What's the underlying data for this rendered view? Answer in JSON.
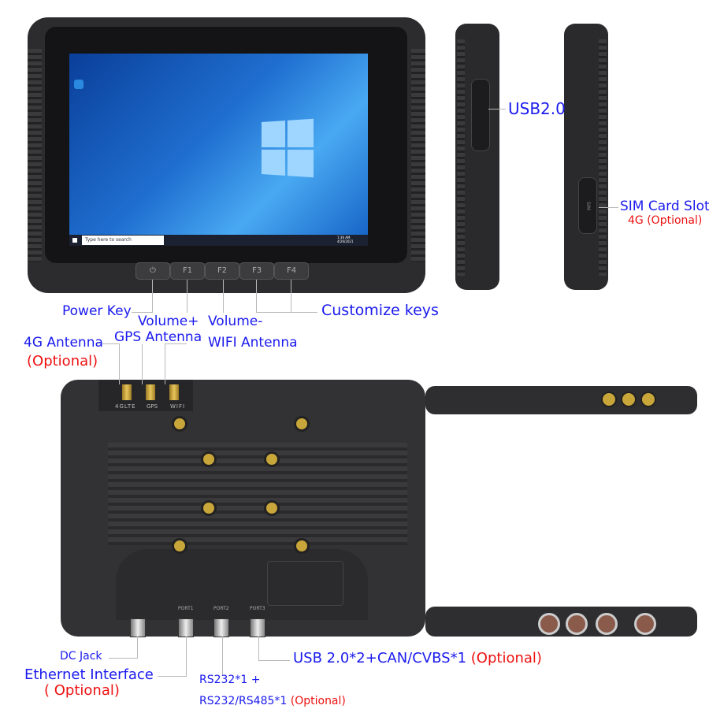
{
  "screen": {
    "search_placeholder": "Type here to search",
    "clock_time": "1:36 AM",
    "clock_date": "4/26/2021"
  },
  "keys": [
    "⏻",
    "F1",
    "F2",
    "F3",
    "F4"
  ],
  "antenna_tags": [
    "4GLTE",
    "GPS",
    "WIFI"
  ],
  "port_tags": [
    "PORT1",
    "PORT2",
    "PORT3"
  ],
  "side_sim_tag": "SIM",
  "labels": {
    "usb20": "USB2.0",
    "sim_card_slot": "SIM Card Slot",
    "sim_optional": "4G (Optional)",
    "power_key": "Power Key",
    "volume_plus": "Volume+",
    "volume_minus": "Volume-",
    "customize_keys": "Customize keys",
    "antenna_4g": "4G Antenna",
    "antenna_4g_optional": "(Optional)",
    "gps_antenna": "GPS Antenna",
    "wifi_antenna": "WIFI Antenna",
    "dc_jack": "DC Jack",
    "ethernet": "Ethernet Interface",
    "ethernet_optional": "( Optional)",
    "rs232_line1": "RS232*1 +",
    "rs232_line2": "RS232/RS485*1",
    "rs232_optional": "(Optional)",
    "usb_can": "USB 2.0*2+CAN/CVBS*1",
    "usb_can_optional": "(Optional)"
  },
  "colors": {
    "label_blue": "#1a1aee",
    "optional_red": "#ee1111",
    "body": "#2f2f31",
    "screen_blue": "#1f6fd0"
  }
}
